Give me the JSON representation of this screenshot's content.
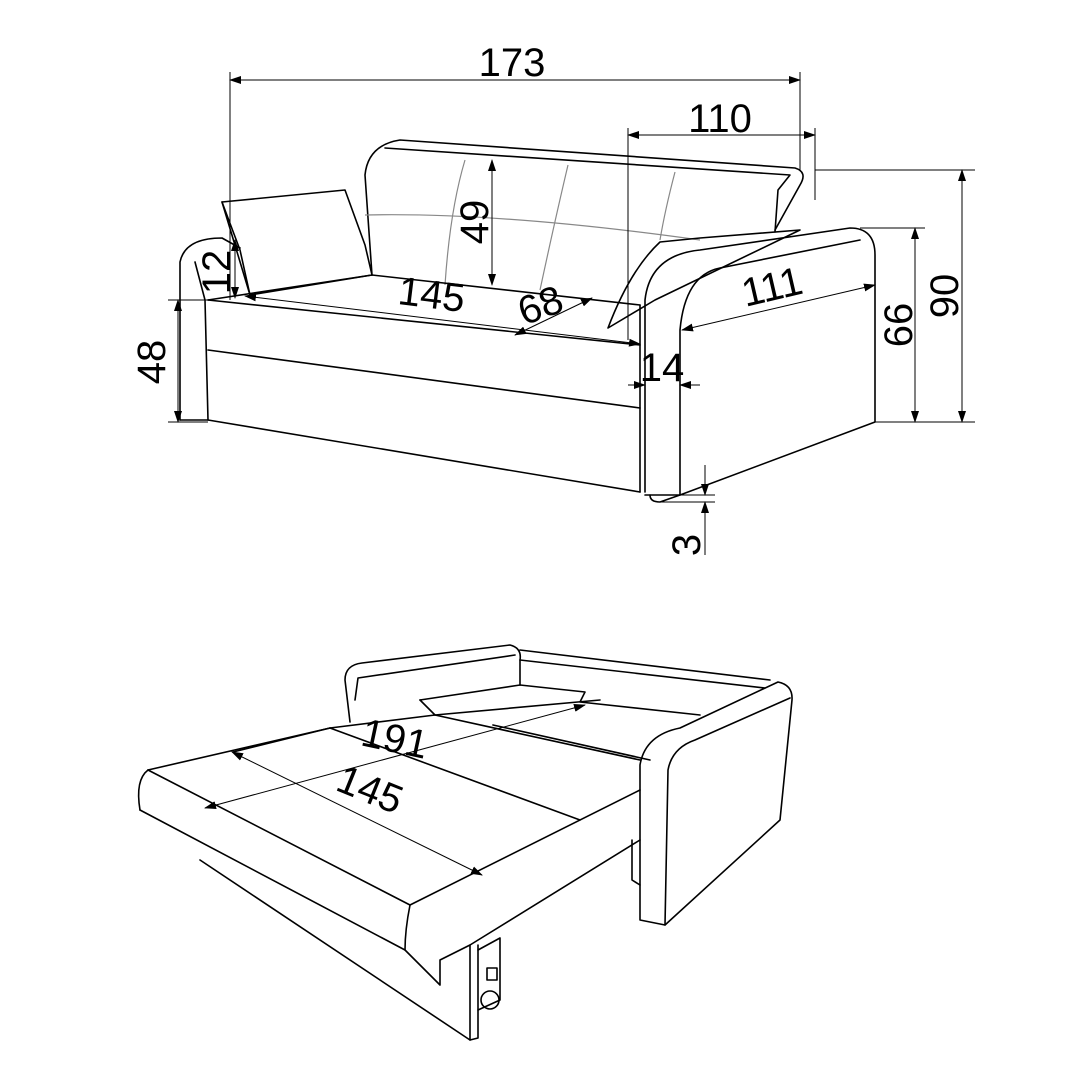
{
  "diagram": {
    "colors": {
      "line": "#000000",
      "seam": "#888888",
      "background": "#ffffff"
    },
    "sofa_view": {
      "overall_width": "173",
      "cushion_width": "110",
      "back_height": "49",
      "pillow_height": "12",
      "seat_width": "145",
      "seat_depth": "68",
      "armrest_depth": "111",
      "armrest_height": "66",
      "total_height": "90",
      "seat_height": "48",
      "armrest_thickness": "14",
      "leg_height": "3"
    },
    "bed_view": {
      "bed_length": "191",
      "bed_width": "145"
    }
  }
}
